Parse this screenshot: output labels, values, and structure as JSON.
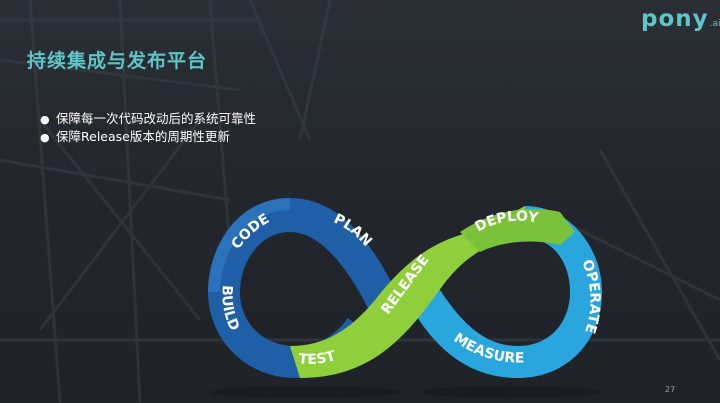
{
  "logo": {
    "main": "pony",
    "sub": ".ai"
  },
  "title": "持续集成与发布平台",
  "bullets": [
    "保障每一次代码改动后的系统可靠性",
    "保障Release版本的周期性更新"
  ],
  "stages": {
    "code": "CODE",
    "plan": "PLAN",
    "build": "BUILD",
    "test": "TEST",
    "release": "RELEASE",
    "deploy": "DEPLOY",
    "operate": "OPERATE",
    "measure": "MEASURE"
  },
  "colors": {
    "accent": "#5fc6c7",
    "dark_blue": "#1f5fa8",
    "green": "#8fcf3c",
    "light_blue": "#2aa6de"
  },
  "page_number": "27"
}
